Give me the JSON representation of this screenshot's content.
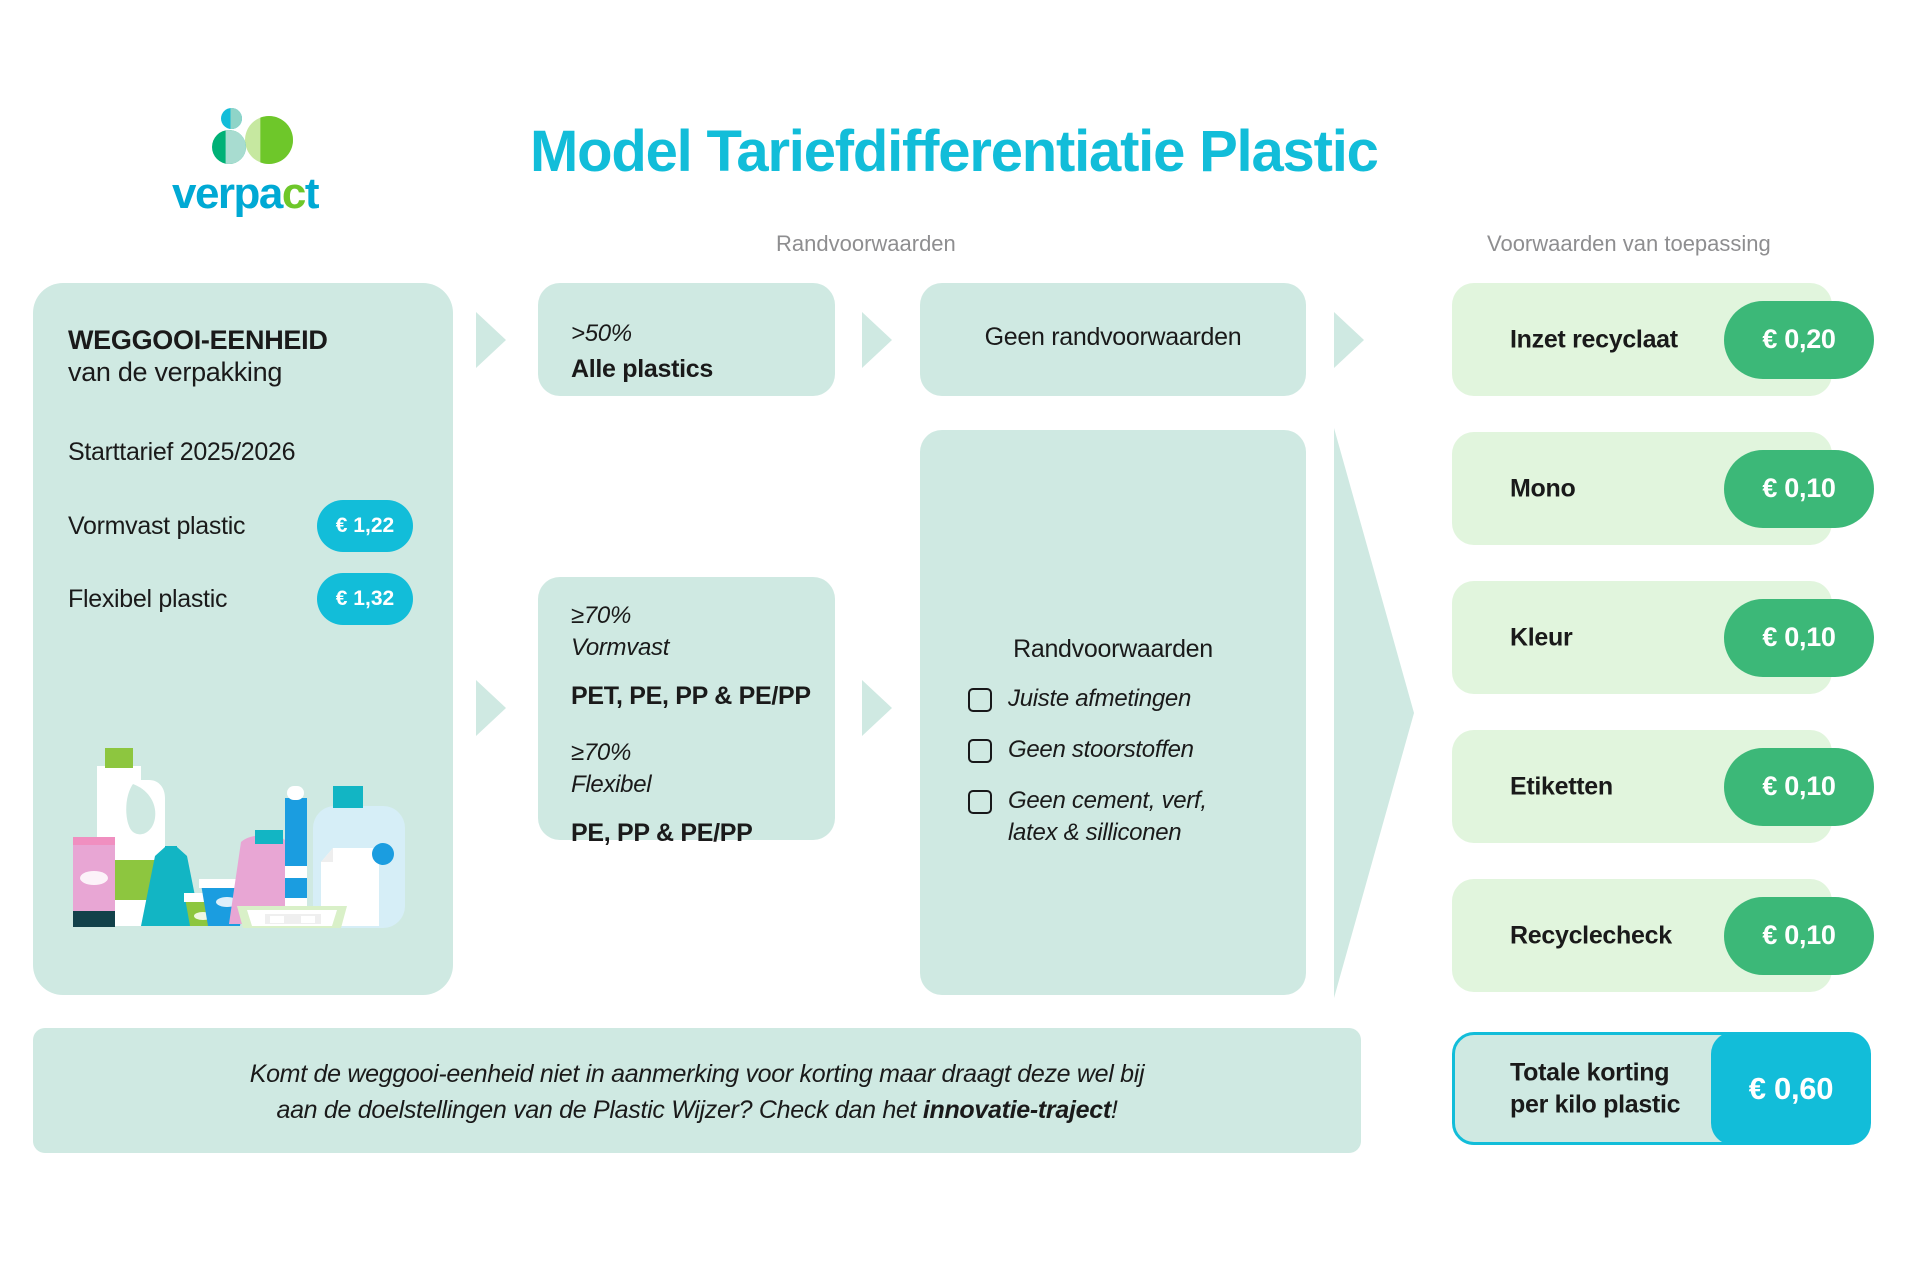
{
  "logo": {
    "word_part_1": "verpa",
    "word_part_2": "c",
    "word_part_3": "t"
  },
  "title": "Model Tariefdifferentiatie Plastic",
  "column_headings": {
    "randvoorwaarden": "Randvoorwaarden",
    "voorwaarden_van_toepassing": "Voorwaarden van toepassing"
  },
  "left_panel": {
    "title": "WEGGOOI-EENHEID",
    "subtitle": "van de verpakking",
    "starttarief_label": "Starttarief 2025/2026",
    "tariffs": [
      {
        "label": "Vormvast plastic",
        "amount": "€ 1,22"
      },
      {
        "label": "Flexibel plastic",
        "amount": "€ 1,32"
      }
    ]
  },
  "criteria_boxes": {
    "box_all_plastics": {
      "percentage": ">50%",
      "materials": "Alle plastics"
    },
    "box_70": {
      "vormvast_percentage": "≥70%",
      "vormvast_type": "Vormvast",
      "vormvast_materials": "PET, PE, PP & PE/PP",
      "flexibel_percentage": "≥70%",
      "flexibel_type": "Flexibel",
      "flexibel_materials": "PE, PP & PE/PP"
    }
  },
  "conditions": {
    "none_label": "Geen randvoorwaarden",
    "list_title": "Randvoorwaarden",
    "items": [
      "Juiste afmetingen",
      "Geen stoorstoffen",
      "Geen cement, verf,\nlatex & silliconen"
    ]
  },
  "discounts": [
    {
      "label": "Inzet recyclaat",
      "amount": "€ 0,20"
    },
    {
      "label": "Mono",
      "amount": "€ 0,10"
    },
    {
      "label": "Kleur",
      "amount": "€ 0,10"
    },
    {
      "label": "Etiketten",
      "amount": "€ 0,10"
    },
    {
      "label": "Recyclecheck",
      "amount": "€ 0,10"
    }
  ],
  "total": {
    "label": "Totale korting\nper kilo plastic",
    "amount": "€ 0,60"
  },
  "banner": {
    "line_1": "Komt de weggooi-eenheid niet in aanmerking voor korting maar draagt deze wel bij",
    "line_2_prefix": "aan de doelstellingen van de Plastic Wijzer? Check dan het ",
    "line_2_bold": "innovatie-traject",
    "line_2_suffix": "!"
  },
  "colors": {
    "brand_cyan": "#12bdd9",
    "brand_green": "#6ec72a",
    "mint_panel": "#cfe9e2",
    "light_green_panel": "#e1f5dd",
    "discount_green": "#3cb878",
    "heading_grey": "#8e8e90"
  }
}
